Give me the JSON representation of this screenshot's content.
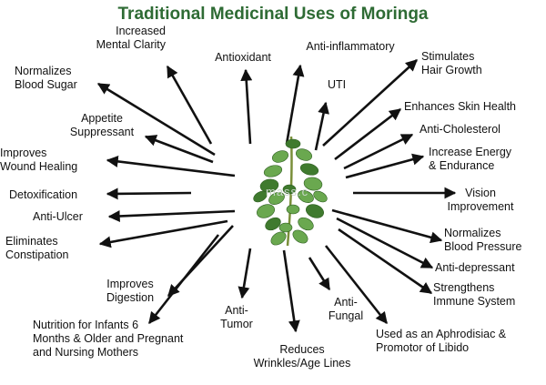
{
  "title": "Traditional Medicinal Uses of Moringa",
  "watermark": "mass.c",
  "colors": {
    "title": "#2e6b34",
    "arrow": "#111111",
    "leaf": "#6aa84f",
    "leaf_dark": "#3f7a2e",
    "stem": "#7a8f3a"
  },
  "center_icon": "moringa-leaf-icon",
  "uses": [
    {
      "id": "mental-clarity",
      "lines": [
        "Increased",
        "Mental Clarity"
      ]
    },
    {
      "id": "antioxidant",
      "lines": [
        "Antioxidant"
      ]
    },
    {
      "id": "anti-inflammatory",
      "lines": [
        "Anti-inflammatory"
      ]
    },
    {
      "id": "hair-growth",
      "lines": [
        "Stimulates",
        "Hair Growth"
      ]
    },
    {
      "id": "blood-sugar",
      "lines": [
        "Normalizes",
        "Blood Sugar"
      ]
    },
    {
      "id": "uti",
      "lines": [
        "UTI"
      ]
    },
    {
      "id": "skin-health",
      "lines": [
        "Enhances Skin Health"
      ]
    },
    {
      "id": "appetite",
      "lines": [
        "Appetite",
        "Suppressant"
      ]
    },
    {
      "id": "anti-cholesterol",
      "lines": [
        "Anti-Cholesterol"
      ]
    },
    {
      "id": "wound-healing",
      "lines": [
        "Improves",
        "Wound Healing"
      ]
    },
    {
      "id": "energy",
      "lines": [
        "Increase Energy",
        "& Endurance"
      ]
    },
    {
      "id": "detoxification",
      "lines": [
        "Detoxification"
      ]
    },
    {
      "id": "vision",
      "lines": [
        "Vision",
        "Improvement"
      ]
    },
    {
      "id": "anti-ulcer",
      "lines": [
        "Anti-Ulcer"
      ]
    },
    {
      "id": "blood-pressure",
      "lines": [
        "Normalizes",
        "Blood Pressure"
      ]
    },
    {
      "id": "constipation",
      "lines": [
        "Eliminates",
        "Constipation"
      ]
    },
    {
      "id": "anti-depressant",
      "lines": [
        "Anti-depressant"
      ]
    },
    {
      "id": "digestion",
      "lines": [
        "Improves",
        "Digestion"
      ]
    },
    {
      "id": "immune-system",
      "lines": [
        "Strengthens",
        "Immune System"
      ]
    },
    {
      "id": "anti-fungal",
      "lines": [
        "Anti-",
        "Fungal"
      ]
    },
    {
      "id": "anti-tumor",
      "lines": [
        "Anti-",
        "Tumor"
      ]
    },
    {
      "id": "nutrition",
      "lines": [
        "Nutrition for Infants 6",
        "Months & Older and Pregnant",
        "and Nursing Mothers"
      ]
    },
    {
      "id": "aphrodisiac",
      "lines": [
        "Used as an Aphrodisiac &",
        "Promotor of Libido"
      ]
    },
    {
      "id": "wrinkles",
      "lines": [
        "Reduces",
        "Wrinkles/Age Lines"
      ]
    }
  ]
}
